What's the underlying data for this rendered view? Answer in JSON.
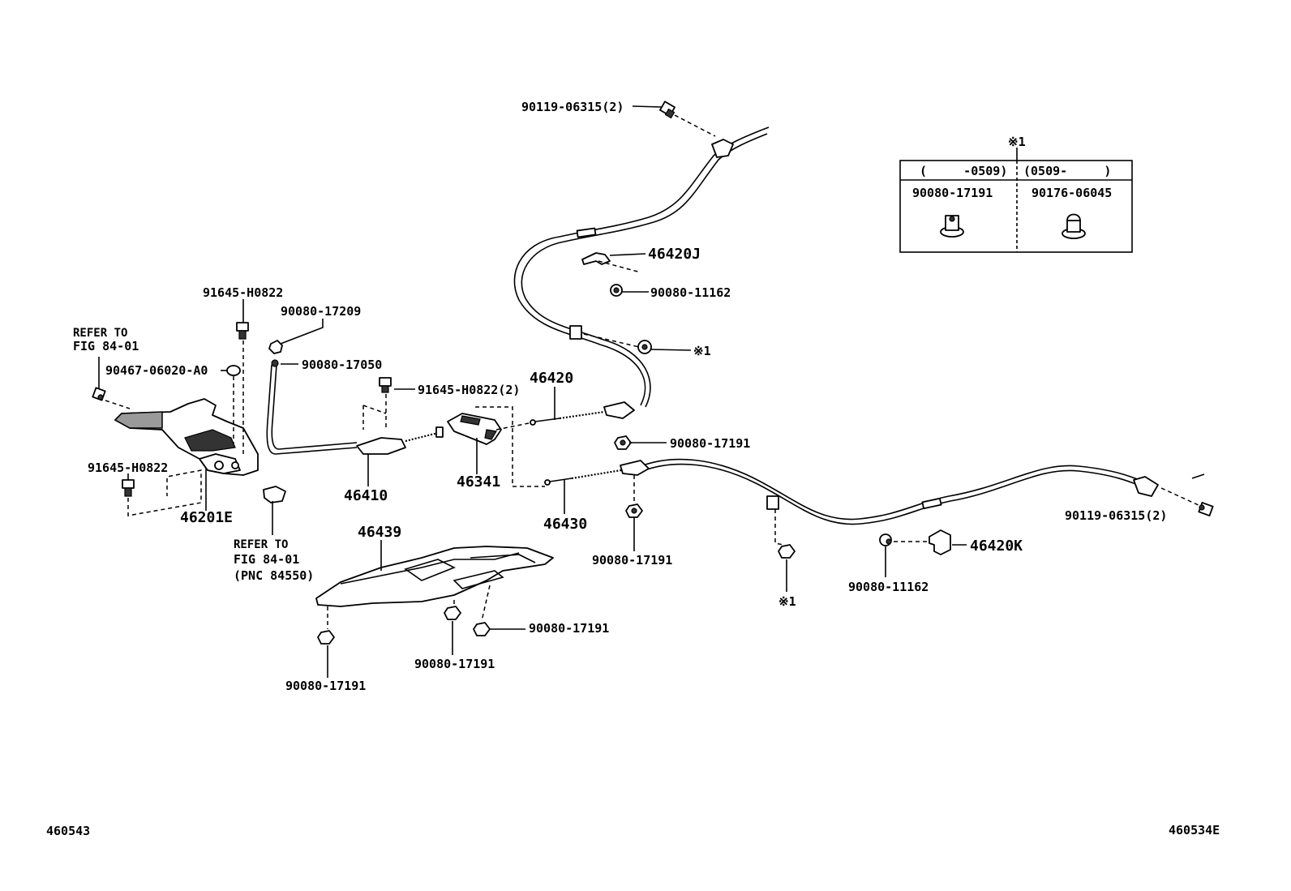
{
  "labels": {
    "bolt_top": "90119-06315(2)",
    "p46420j": "46420J",
    "nut_46420j": "90080-11162",
    "clip_mark_upper": "※1",
    "p46420": "46420",
    "nut_mid": "90080-17191",
    "bolt_91645_top": "91645-H0822",
    "nut_17209": "90080-17209",
    "nut_17050": "90080-17050",
    "bolt_91645_2": "91645-H0822(2)",
    "refer_top_1": "REFER TO",
    "refer_top_2": "FIG 84-01",
    "grommet": "90467-06020-A0",
    "bolt_91645_left": "91645-H0822",
    "p46201e": "46201E",
    "p46410": "46410",
    "p46341": "46341",
    "p46430": "46430",
    "p46439": "46439",
    "refer_bot_1": "REFER TO",
    "refer_bot_2": "FIG 84-01",
    "refer_bot_3": "(PNC 84550)",
    "nut_46430": "90080-17191",
    "clip_mark_lower": "※1",
    "bolt_right": "90119-06315(2)",
    "p46420k": "46420K",
    "nut_46420k": "90080-11162",
    "nut_cover_right": "90080-17191",
    "nut_cover_mid": "90080-17191",
    "nut_cover_left": "90080-17191",
    "code_left": "460543",
    "code_right": "460534E"
  },
  "inset_table": {
    "mark": "※1",
    "col1_header": "(     -0509)",
    "col2_header": "(0509-     )",
    "col1_part": "90080-17191",
    "col2_part": "90176-06045"
  }
}
